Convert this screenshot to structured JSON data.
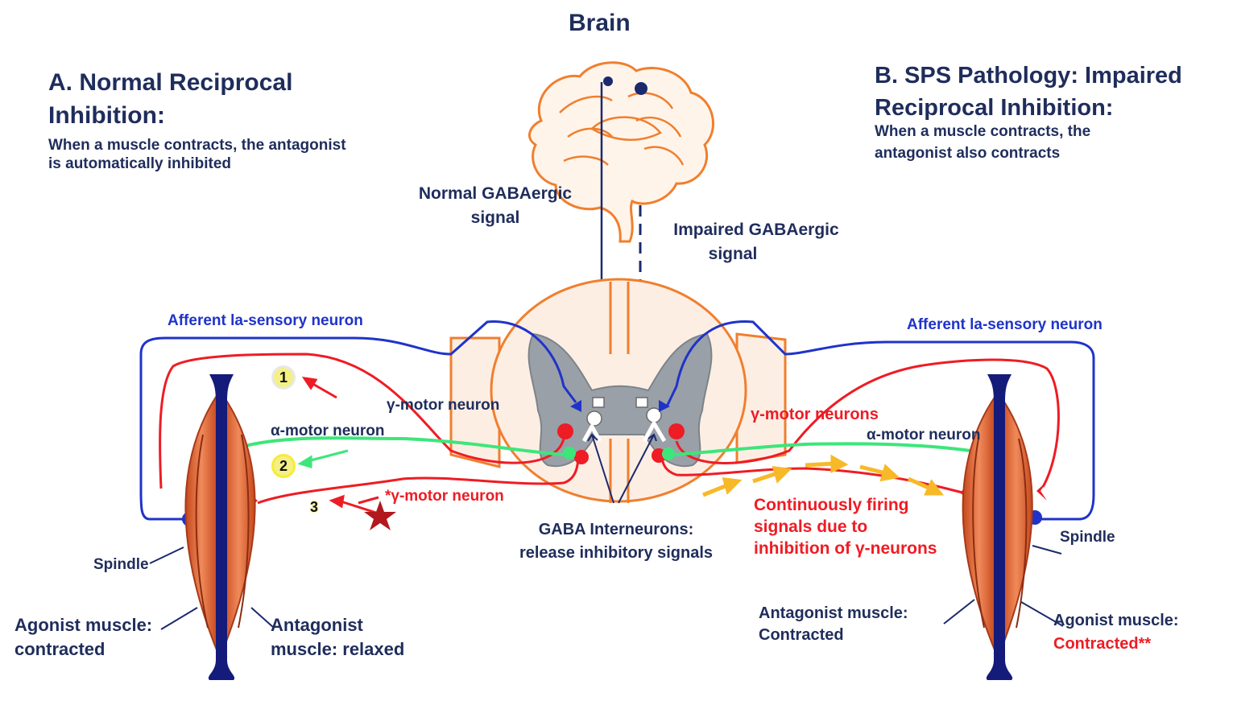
{
  "title": "Brain",
  "panel_a": {
    "heading_line1": "A. Normal Reciprocal",
    "heading_line2": "Inhibition:",
    "desc_line1": "When a muscle  contracts, the antagonist",
    "desc_line2": "is automatically inhibited"
  },
  "panel_b": {
    "heading_line1": "B. SPS Pathology: Impaired",
    "heading_line2": "Reciprocal Inhibition:",
    "desc_line1": "When a muscle  contracts, the",
    "desc_line2": "antagonist also contracts"
  },
  "signals": {
    "normal_line1": "Normal GABAergic",
    "normal_line2": "signal",
    "impaired_line1": "Impaired GABAergic",
    "impaired_line2": "signal"
  },
  "left": {
    "afferent": "Afferent la-sensory neuron",
    "gamma": "γ-motor neuron",
    "alpha": "α-motor neuron",
    "gamma_star": "*γ-motor neuron",
    "spindle": "Spindle",
    "agonist_line1": "Agonist muscle:",
    "agonist_line2": "contracted",
    "antagonist_line1": "Antagonist",
    "antagonist_line2": "muscle: relaxed",
    "badges": [
      "1",
      "2",
      "3"
    ]
  },
  "right": {
    "afferent": "Afferent la-sensory neuron",
    "gamma": "γ-motor neurons",
    "alpha": "α-motor neuron",
    "firing_line1": "Continuously firing",
    "firing_line2": "signals due to",
    "firing_line3": "inhibition of γ-neurons",
    "spindle": "Spindle",
    "antagonist_line1": "Antagonist muscle:",
    "antagonist_line2": "Contracted",
    "agonist_line1": "Agonist muscle:",
    "agonist_line2": "Contracted**"
  },
  "interneurons": {
    "line1": "GABA Interneurons:",
    "line2": "release inhibitory signals"
  },
  "colors": {
    "navy": "#1f2d5c",
    "afferent_blue": "#1f33c9",
    "gamma_red": "#ee1c24",
    "alpha_green": "#3de67a",
    "brain_orange": "#f07f2e",
    "arrow_yellow": "#f7b928",
    "muscle": "#e8632c",
    "bone": "#141b7a"
  }
}
